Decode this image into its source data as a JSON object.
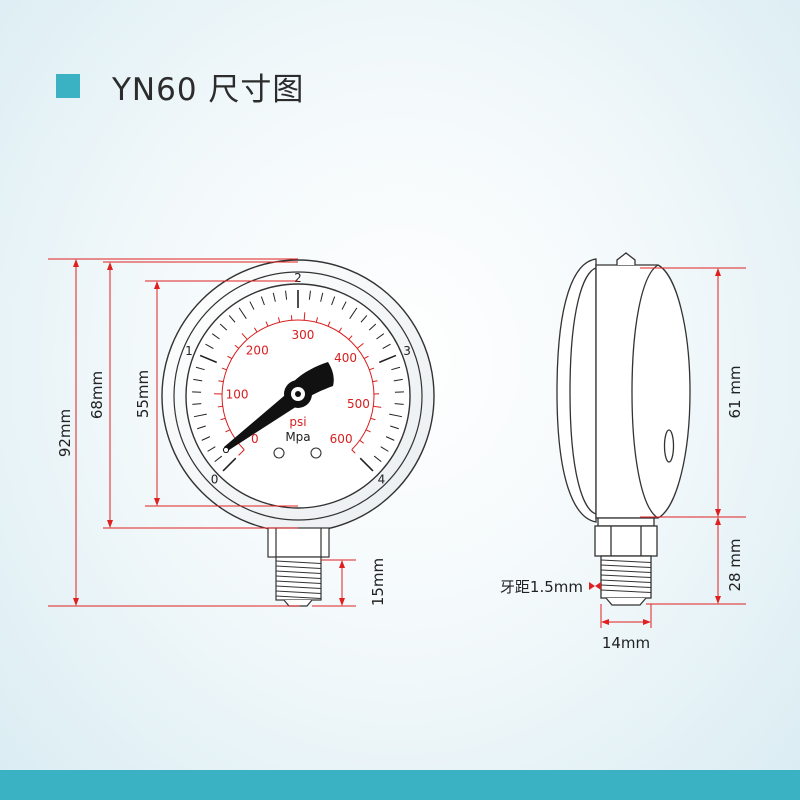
{
  "header": {
    "title": "YN60 尺寸图",
    "accent_color": "#3bb2c4"
  },
  "front_view": {
    "dimensions": {
      "total_height": "92mm",
      "case_height": "68mm",
      "dial_height": "55mm",
      "thread_length": "15mm"
    },
    "mpa_scale": [
      "0",
      "1",
      "2",
      "3",
      "4"
    ],
    "psi_scale": [
      "0",
      "100",
      "200",
      "300",
      "400",
      "500",
      "600"
    ],
    "psi_unit": "psi",
    "mpa_unit": "Mpa"
  },
  "side_view": {
    "dimensions": {
      "case_diameter": "61 mm",
      "connector_height": "28 mm",
      "thread_pitch": "牙距1.5mm",
      "thread_width": "14mm"
    }
  },
  "colors": {
    "dimension_line": "#e02020",
    "drawing_line": "#333333",
    "psi_red": "#d81e1e"
  }
}
